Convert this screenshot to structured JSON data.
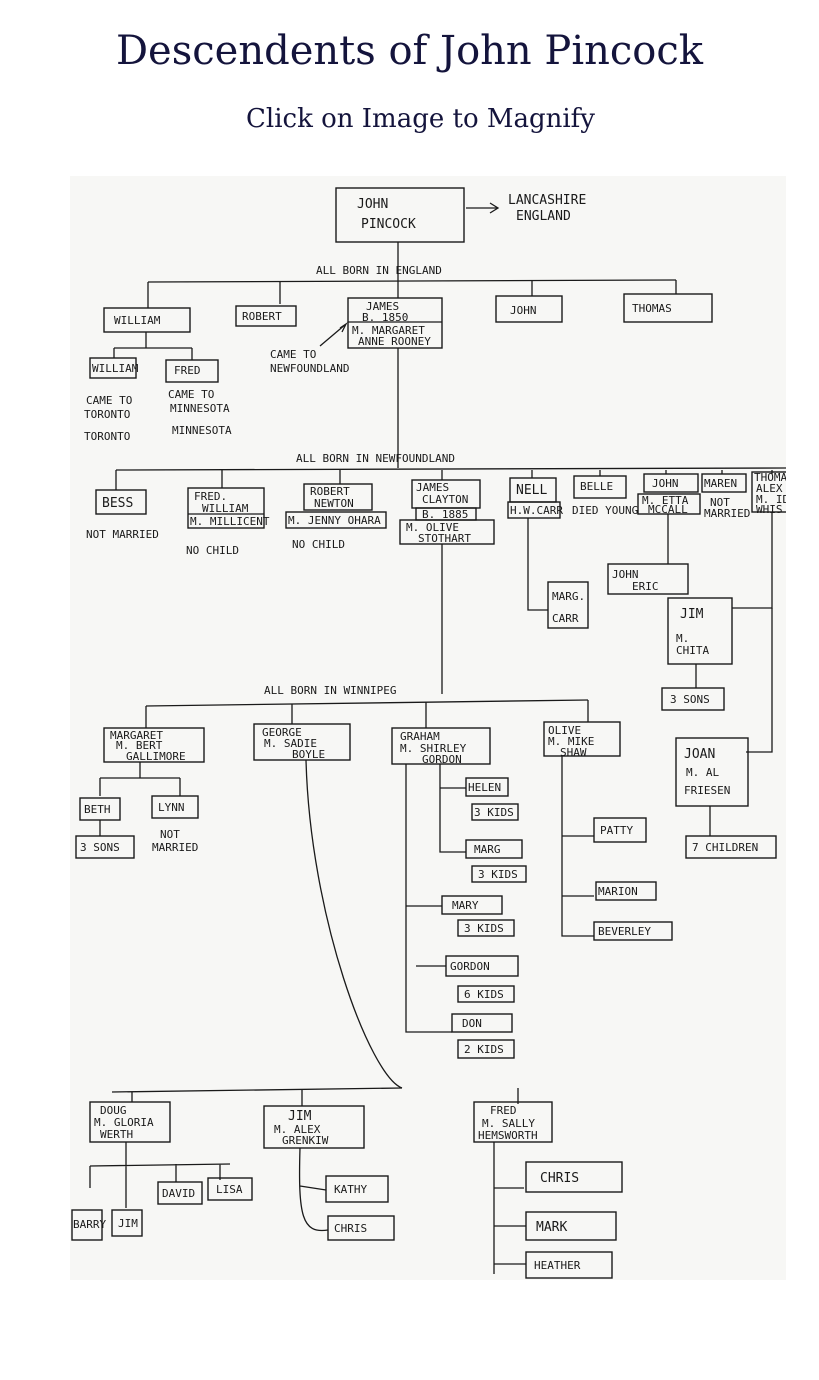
{
  "page": {
    "title": "Descendents of John Pincock",
    "subtitle": "Click on Image to Magnify"
  },
  "tree": {
    "root": [
      "JOHN",
      "PINCOCK"
    ],
    "origin": [
      "LANCASHIRE",
      "ENGLAND"
    ],
    "gen1_label": "ALL BORN IN ENGLAND",
    "gen1": {
      "william": "WILLIAM",
      "robert": "ROBERT",
      "james": [
        "JAMES",
        "B. 1850"
      ],
      "james_spouse": [
        "M. MARGARET",
        "ANNE ROONEY"
      ],
      "john": "JOHN",
      "thomas": "THOMAS",
      "came_nf": [
        "CAME TO",
        "NEWFOUNDLAND"
      ]
    },
    "william_children": {
      "william": "WILLIAM",
      "fred": "FRED",
      "william_note": [
        "CAME TO",
        "TORONTO",
        "TORONTO"
      ],
      "fred_note": [
        "CAME TO",
        "MINNESOTA",
        "MINNESOTA"
      ]
    },
    "gen2_label": "ALL BORN IN NEWFOUNDLAND",
    "gen2": {
      "bess": "BESS",
      "bess_note": "NOT MARRIED",
      "fred": [
        "FRED.",
        "WILLIAM"
      ],
      "fred_spouse": "M. MILLICENT",
      "fred_note": "NO CHILD",
      "robert": [
        "ROBERT",
        "NEWTON"
      ],
      "robert_spouse": "M. JENNY OHARA",
      "robert_note": "NO CHILD",
      "james": [
        "JAMES",
        "CLAYTON"
      ],
      "james_b": "B. 1885",
      "james_spouse": [
        "M. OLIVE",
        "STOTHART"
      ],
      "nell": "NELL",
      "nell_spouse": "H.W.CARR",
      "belle": "BELLE",
      "belle_note": "DIED YOUNG",
      "john": "JOHN",
      "john_spouse": [
        "M. ETTA",
        "MCCALL"
      ],
      "maren": "MAREN",
      "maren_note": [
        "NOT",
        "MARRIED"
      ],
      "thomas": [
        "THOMAS",
        "ALEX"
      ],
      "thomas_spouse": [
        "M. ID",
        "WHIS"
      ],
      "marg_carr": [
        "MARG.",
        "CARR"
      ],
      "john_eric": [
        "JOHN",
        "ERIC"
      ],
      "jim": [
        "JIM",
        "M.",
        "CHITA"
      ],
      "jim_kids": "3 SONS",
      "joan": [
        "JOAN",
        "M. AL",
        "FRIESEN"
      ],
      "joan_kids": "7 CHILDREN"
    },
    "gen3_label": "ALL BORN IN WINNIPEG",
    "gen3": {
      "margaret": [
        "MARGARET",
        "M. BERT",
        "GALLIMORE"
      ],
      "beth": "BETH",
      "beth_kids": "3 SONS",
      "lynn": "LYNN",
      "lynn_note": [
        "NOT",
        "MARRIED"
      ],
      "george": [
        "GEORGE",
        "M. SADIE",
        "BOYLE"
      ],
      "graham": [
        "GRAHAM",
        "M. SHIRLEY",
        "GORDON"
      ],
      "helen": "HELEN",
      "helen_kids": "3 KIDS",
      "marg": "MARG",
      "marg_kids": "3 KIDS",
      "mary": "MARY",
      "mary_kids": "3 KIDS",
      "gordon": "GORDON",
      "gordon_kids": "6 KIDS",
      "don": "DON",
      "don_kids": "2 KIDS",
      "olive": [
        "OLIVE",
        "M. MIKE",
        "SHAW"
      ],
      "patty": "PATTY",
      "marion": "MARION",
      "beverley": "BEVERLEY"
    },
    "gen4": {
      "doug": [
        "DOUG",
        "M. GLORIA",
        "WERTH"
      ],
      "barry": "BARRY",
      "jim_small": "JIM",
      "david": "DAVID",
      "lisa": "LISA",
      "jim": [
        "JIM",
        "M. ALEX",
        "GRENKIW"
      ],
      "kathy": "KATHY",
      "chris_jim": "CHRIS",
      "fred": [
        "FRED",
        "M. SALLY",
        "HEMSWORTH"
      ],
      "chris": "CHRIS",
      "mark": "MARK",
      "heather": "HEATHER"
    }
  }
}
